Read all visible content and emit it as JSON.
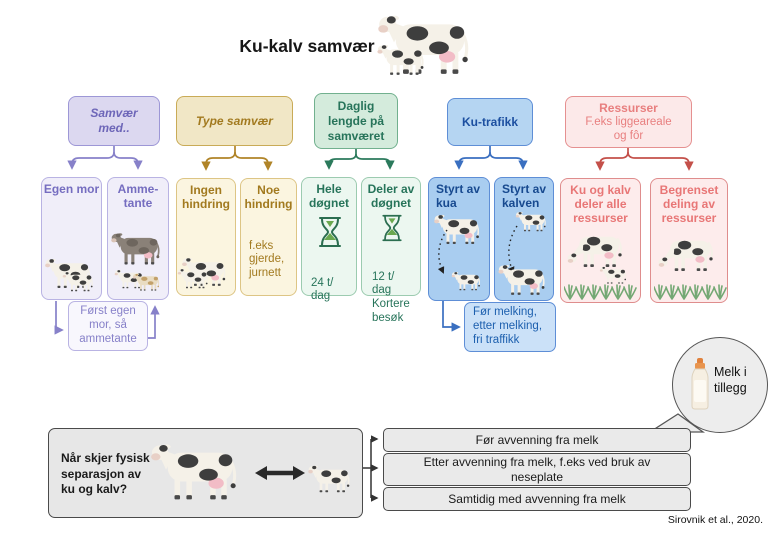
{
  "title": "Ku-kalv samvær",
  "citation": "Sirovnik et al., 2020.",
  "colors": {
    "purple": "#8781c9",
    "gold": "#b08428",
    "green": "#2b7a5c",
    "blue": "#3a6fc0",
    "red": "#c4504a",
    "gray_box": "#e7e7e7"
  },
  "columns": {
    "samvaer_med": {
      "header": "Samvær\nmed..",
      "children": {
        "egen_mor": "Egen mor",
        "ammetante": "Amme-\ntante"
      },
      "note": "Først egen\nmor, så\nammetante"
    },
    "type_samvaer": {
      "header": "Type samvær",
      "children": {
        "ingen": "Ingen\nhindring",
        "noe": "Noe\nhindring",
        "noe_detail": "f.eks\ngjerde,\njurnett"
      }
    },
    "daglig_lengde": {
      "header": "Daglig\nlengde på\nsamværet",
      "children": {
        "hele": "Hele\ndøgnet",
        "hele_detail": "24 t/\ndag",
        "deler": "Deler av\ndøgnet",
        "deler_detail": "12 t/\ndag\nKortere\nbesøk"
      }
    },
    "ku_trafikk": {
      "header": "Ku-trafikk",
      "children": {
        "kua": "Styrt av\nkua",
        "kalven": "Styrt av\nkalven"
      },
      "note": "Før melking,\netter melking,\nfri traffikk"
    },
    "ressurser": {
      "header": "Ressurser",
      "header_detail": "F.eks liggeareale\nog fôr",
      "children": {
        "deler": "Ku og kalv\ndeler alle\nressurser",
        "begrenset": "Begrenset\ndeling av\nressurser"
      }
    }
  },
  "separation": {
    "question": "Når skjer fysisk\nseparasjon av\nku og kalv?",
    "options": [
      "Før avvenning fra melk",
      "Etter avvenning fra melk, f.eks ved bruk av\nneseplate",
      "Samtidig med avvenning fra melk"
    ],
    "bubble": "Melk i\ntillegg"
  }
}
